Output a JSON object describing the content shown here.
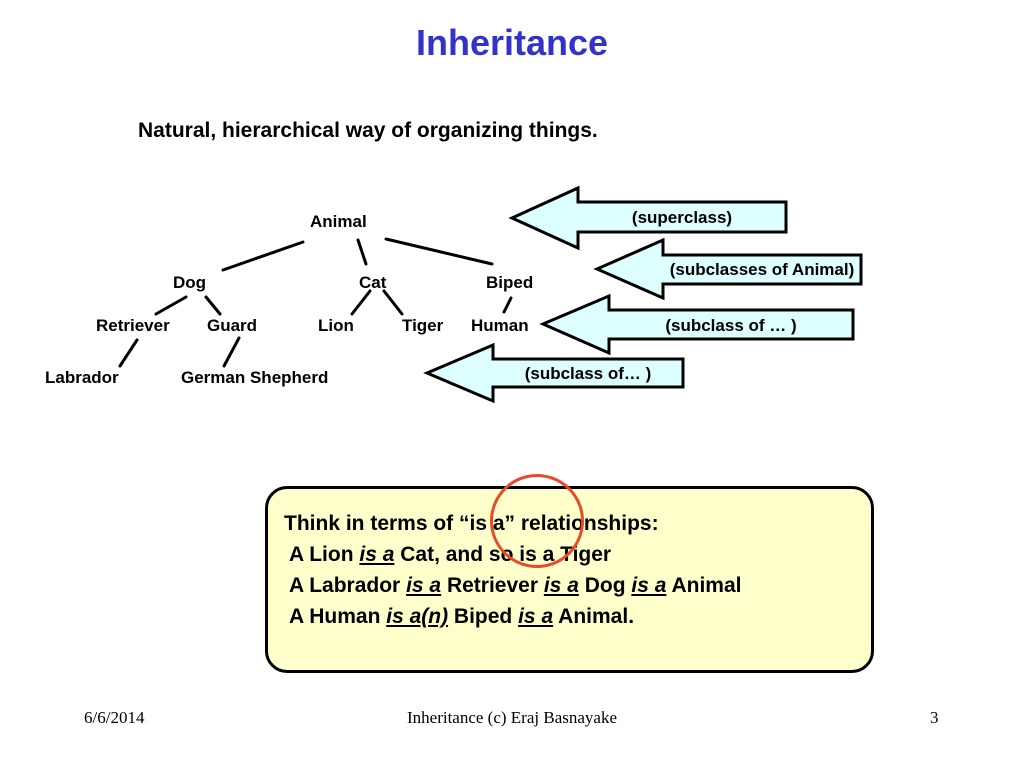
{
  "slide": {
    "title": "Inheritance",
    "subtitle": "Natural, hierarchical way of organizing things."
  },
  "tree": {
    "animal": "Animal",
    "dog": "Dog",
    "cat": "Cat",
    "biped": "Biped",
    "retriever": "Retriever",
    "guard": "Guard",
    "lion": "Lion",
    "tiger": "Tiger",
    "human": "Human",
    "labrador": "Labrador",
    "german_shepherd": "German Shepherd"
  },
  "arrows": {
    "superclass": "(superclass)",
    "subclasses_of_animal": "(subclasses of Animal)",
    "subclass_of_1": "(subclass of … )",
    "subclass_of_2": "(subclass of… )",
    "fill_color": "#ddffff"
  },
  "info": {
    "line1": "Think in terms of “is a” relationships:",
    "l2_a": "A Lion ",
    "l2_rel": "is a",
    "l2_b": " Cat, and so is a Tiger",
    "l3_a": "A Labrador  ",
    "l3_rel1": "is a",
    "l3_b": " Retriever ",
    "l3_rel2": "is a",
    "l3_c": " Dog ",
    "l3_rel3": "is a",
    "l3_d": " Animal",
    "l4_a": "A Human ",
    "l4_rel1": "is a(n)",
    "l4_b": " Biped ",
    "l4_rel2": "is a",
    "l4_c": " Animal."
  },
  "footer": {
    "date": "6/6/2014",
    "center": "Inheritance (c) Eraj Basnayake",
    "page": "3"
  },
  "colors": {
    "title": "#3333cc",
    "box_fill": "#ffffcc",
    "highlight_circle": "#e84a2a"
  }
}
